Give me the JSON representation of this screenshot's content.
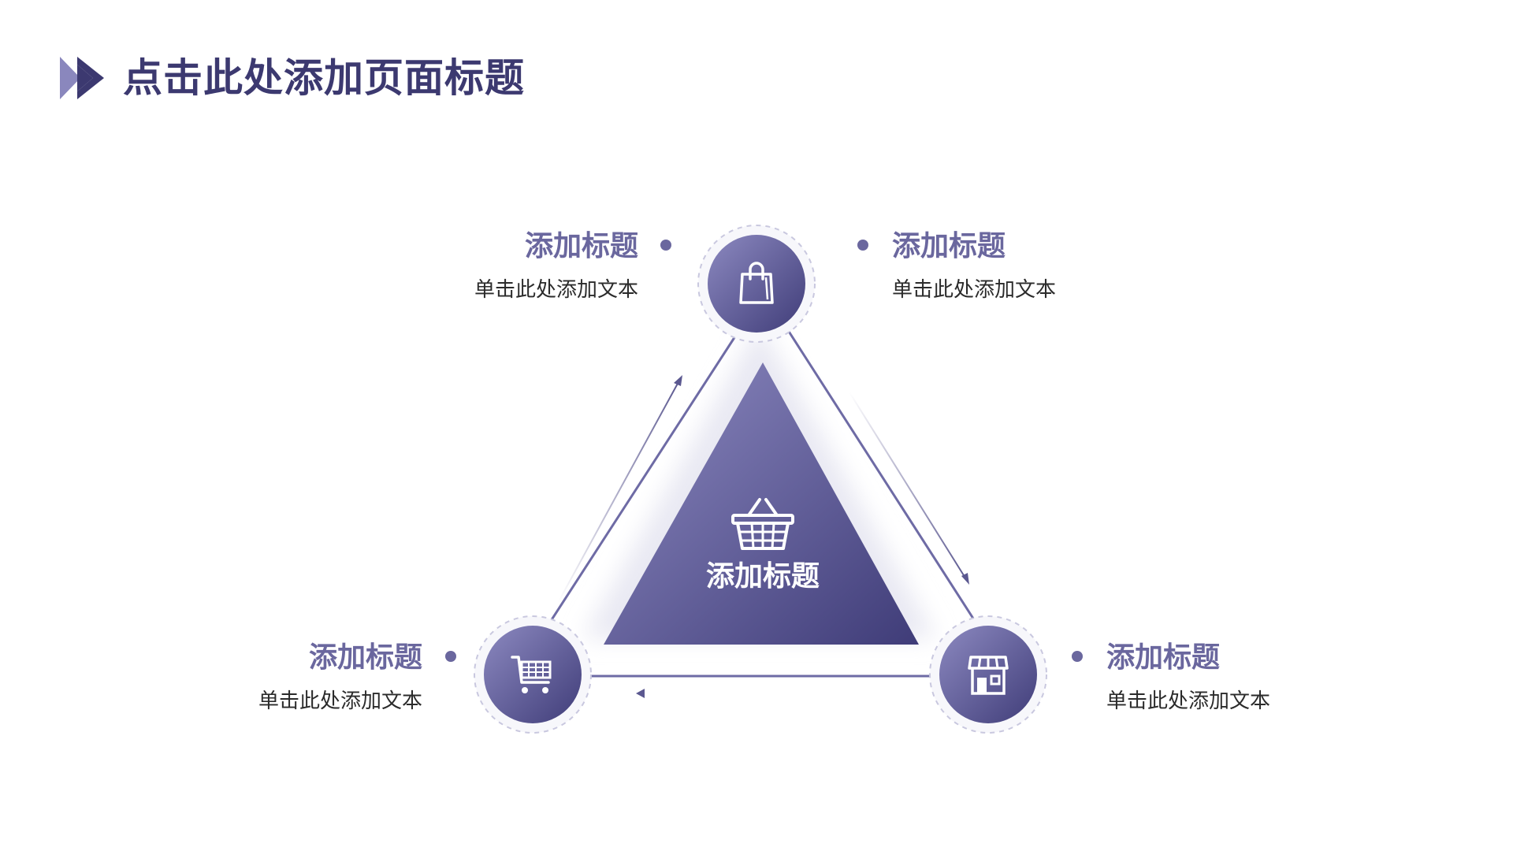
{
  "page": {
    "title": "点击此处添加页面标题"
  },
  "colors": {
    "primary_dark": "#3c3970",
    "primary": "#6a679e",
    "primary_light": "#8a87bd",
    "text": "#2b2b2b",
    "glow": "#eeeef6"
  },
  "center": {
    "title": "添加标题",
    "icon": "shopping-basket-icon"
  },
  "nodes": [
    {
      "id": "top",
      "icon": "shopping-bag-icon",
      "left_item": {
        "title": "添加标题",
        "desc": "单击此处添加文本"
      },
      "right_item": {
        "title": "添加标题",
        "desc": "单击此处添加文本"
      }
    },
    {
      "id": "bottom-left",
      "icon": "shopping-cart-icon",
      "item": {
        "title": "添加标题",
        "desc": "单击此处添加文本"
      }
    },
    {
      "id": "bottom-right",
      "icon": "storefront-icon",
      "item": {
        "title": "添加标题",
        "desc": "单击此处添加文本"
      }
    }
  ]
}
